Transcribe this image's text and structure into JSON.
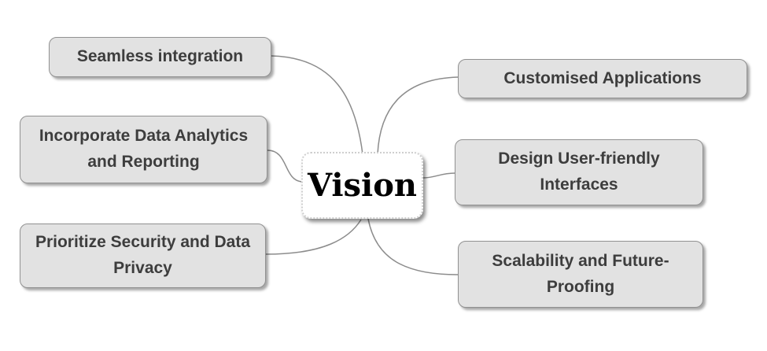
{
  "diagram": {
    "type": "mindmap",
    "center": {
      "label": "Vision"
    },
    "branches": [
      {
        "id": "seamless-integration",
        "label": "Seamless integration",
        "side": "left"
      },
      {
        "id": "incorporate-data-analytics",
        "label": "Incorporate Data Analytics and Reporting",
        "side": "left"
      },
      {
        "id": "prioritize-security",
        "label": "Prioritize Security and Data Privacy",
        "side": "left"
      },
      {
        "id": "customised-applications",
        "label": "Customised Applications",
        "side": "right"
      },
      {
        "id": "design-user-friendly",
        "label": "Design User-friendly Interfaces",
        "side": "right"
      },
      {
        "id": "scalability-future-proofing",
        "label": "Scalability and Future-Proofing",
        "side": "right"
      }
    ],
    "edges": [
      {
        "from": "Vision",
        "to": "Seamless integration"
      },
      {
        "from": "Vision",
        "to": "Incorporate Data Analytics and Reporting"
      },
      {
        "from": "Vision",
        "to": "Prioritize Security and Data Privacy"
      },
      {
        "from": "Vision",
        "to": "Customised Applications"
      },
      {
        "from": "Vision",
        "to": "Design User-friendly Interfaces"
      },
      {
        "from": "Vision",
        "to": "Scalability and Future-Proofing"
      }
    ],
    "colors": {
      "background": "#ffffff",
      "node_fill": "#e2e2e2",
      "node_border": "#919191",
      "node_text": "#3d3d3d",
      "center_fill": "#ffffff",
      "center_border": "#cfcfcf",
      "center_text": "#000000",
      "connector": "#8c8c8c"
    }
  }
}
